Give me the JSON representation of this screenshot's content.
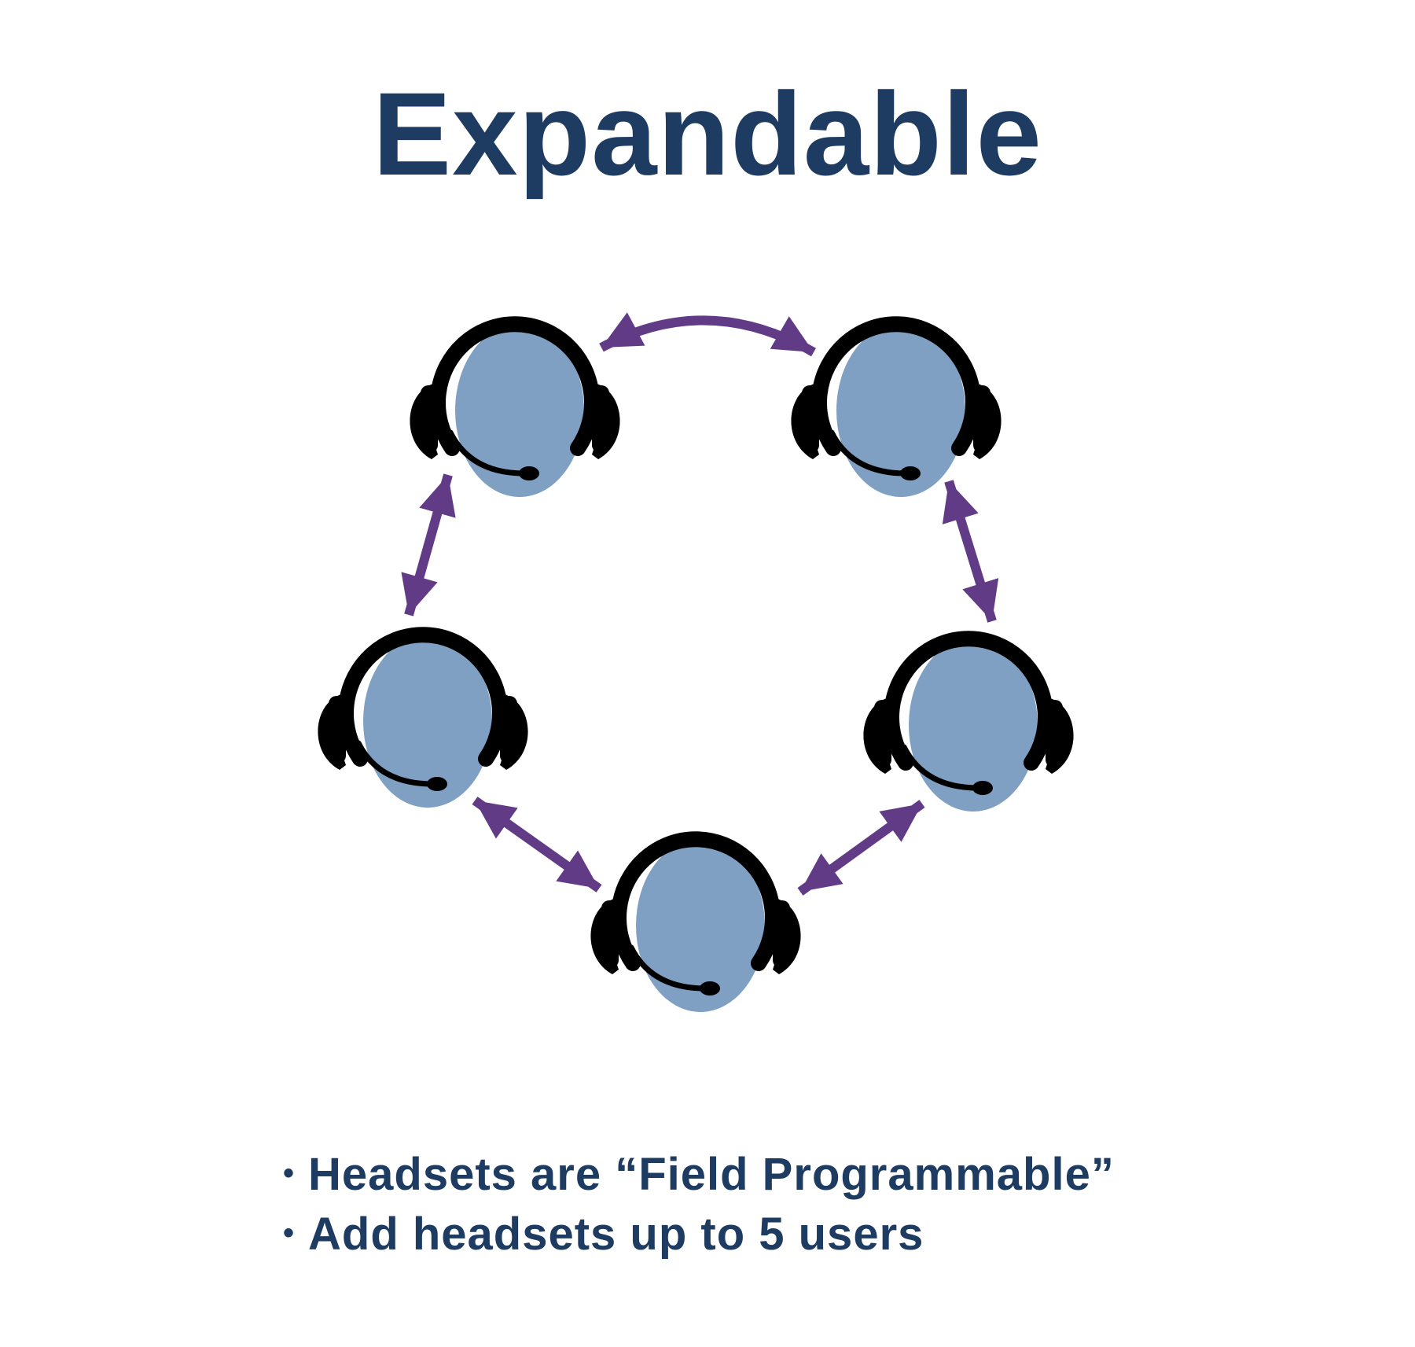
{
  "colors": {
    "text": "#1e3b61",
    "head": "#7fa0c3",
    "headset": "#000000",
    "arrow": "#623b86",
    "background": "#ffffff"
  },
  "title": "Expandable",
  "diagram": {
    "node_icon": "headset-user-icon",
    "arrow_icon": "double-headed-arrow-icon",
    "node_count": 5,
    "link_count": 5
  },
  "bullets": [
    {
      "marker": "•",
      "text": "Headsets are “Field Programmable”"
    },
    {
      "marker": "•",
      "text": "Add headsets up to 5 users"
    }
  ]
}
